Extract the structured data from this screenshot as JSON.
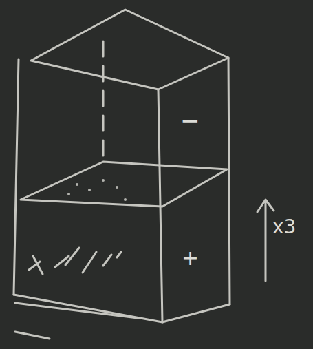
{
  "diagram": {
    "labels": [
      "−",
      "+",
      "x3"
    ]
  }
}
